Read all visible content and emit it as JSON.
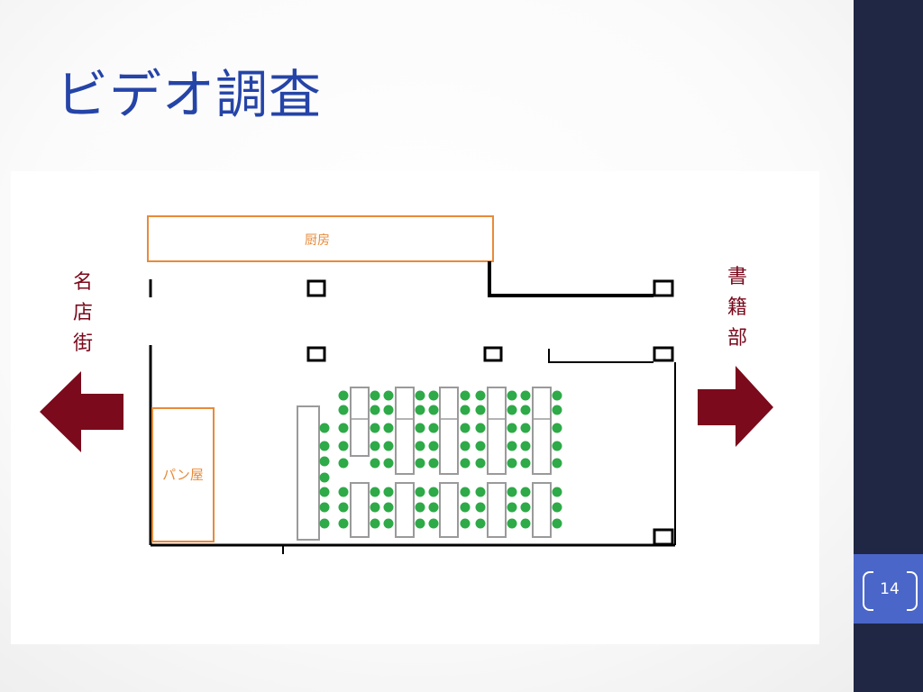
{
  "slide": {
    "title": "ビデオ調査",
    "page_number": "14"
  },
  "floorplan": {
    "kitchen_label": "厨房",
    "bakery_label": "パン屋",
    "left_exit_label": "名店街",
    "right_exit_label": "書籍部",
    "exit_arrow_color": "#7a0a1c",
    "outline_color": "#e88a3a",
    "seat_color": "#2eaa48",
    "wall_color": "#000000"
  }
}
